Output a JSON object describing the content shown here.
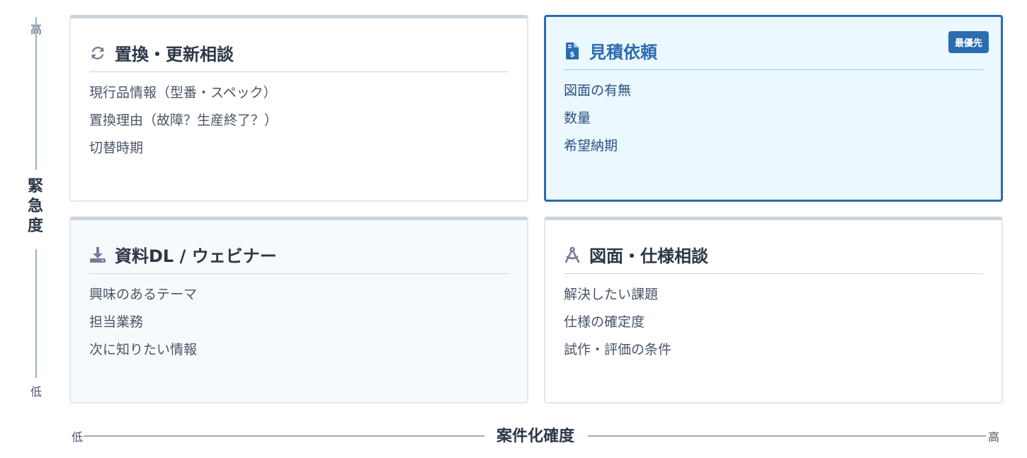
{
  "axes": {
    "y": {
      "label": "緊\n急\n度",
      "high": "高",
      "low": "低"
    },
    "x": {
      "label": "案件化確度",
      "low": "低",
      "high": "高"
    }
  },
  "quadrants": {
    "top_left": {
      "icon": "refresh-icon",
      "title": "置換・更新相談",
      "items": [
        "現行品情報（型番・スペック）",
        "置換理由（故障？生産終了？）",
        "切替時期"
      ]
    },
    "top_right": {
      "icon": "invoice-dollar-icon",
      "title": "見積依頼",
      "badge": "最優先",
      "items": [
        "図面の有無",
        "数量",
        "希望納期"
      ]
    },
    "bottom_left": {
      "icon": "download-icon",
      "title": "資料DL / ウェビナー",
      "items": [
        "興味のあるテーマ",
        "担当業務",
        "次に知りたい情報"
      ]
    },
    "bottom_right": {
      "icon": "drafting-compass-icon",
      "title": "図面・仕様相談",
      "items": [
        "解決したい課題",
        "仕様の確定度",
        "試作・評価の条件"
      ]
    }
  },
  "colors": {
    "accent": "#2b6cb0",
    "highlight_bg": "#ebf8ff",
    "muted_bg": "#f7fafc",
    "icon": "#718096"
  }
}
